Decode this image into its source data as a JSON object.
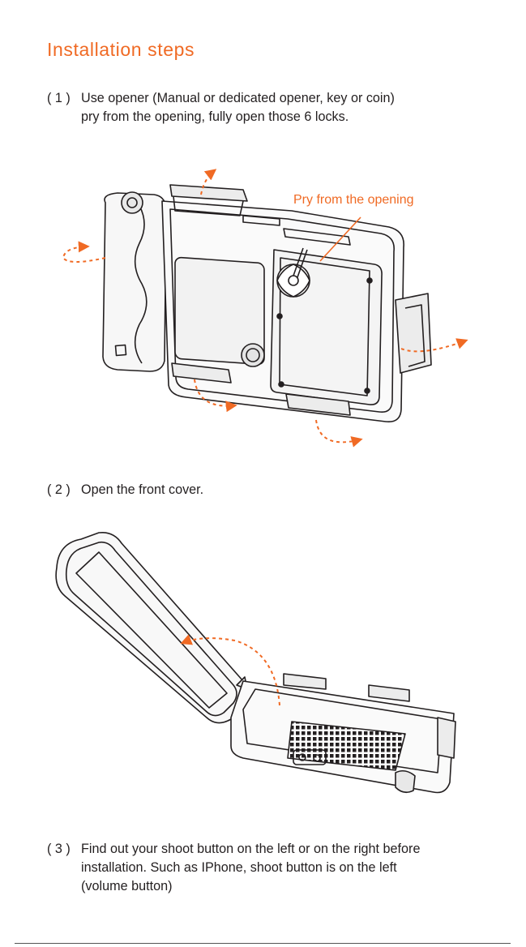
{
  "page": {
    "title": "Installation steps",
    "accent_color": "#f06a24",
    "text_color": "#231f20"
  },
  "steps": [
    {
      "number": "( 1 )",
      "lines": [
        "Use opener  (Manual or dedicated opener, key or coin)",
        "pry from the opening, fully open those 6 locks."
      ]
    },
    {
      "number": "( 2 )",
      "lines": [
        "Open the front cover."
      ]
    },
    {
      "number": "( 3 )",
      "lines": [
        "Find out your shoot button on the left or on the right before",
        "installation. Such as IPhone, shoot button is on the left",
        "(volume button)"
      ]
    }
  ],
  "figure1": {
    "callout": "Pry from the opening",
    "icon": "phone-housing-closed-with-grip"
  },
  "figure2": {
    "icon": "phone-housing-open-cover"
  }
}
